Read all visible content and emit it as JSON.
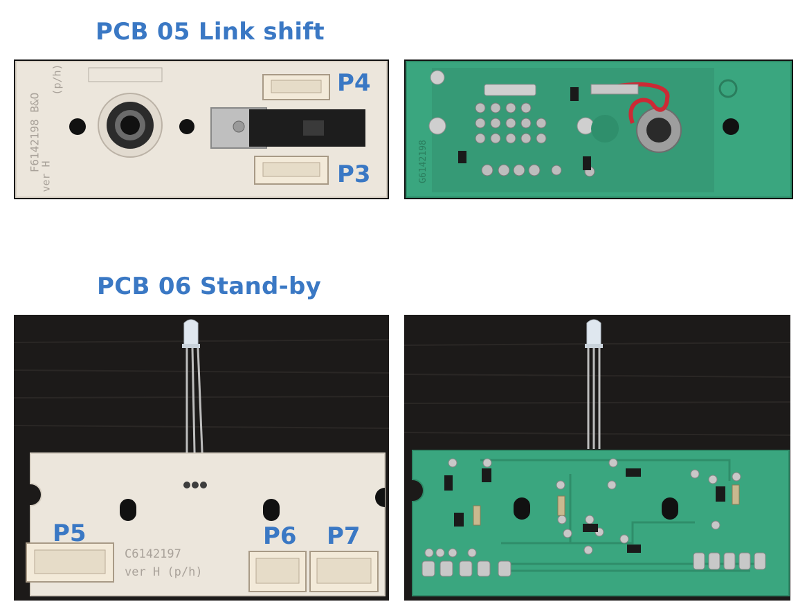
{
  "sections": [
    {
      "title": "PCB 05 Link shift"
    },
    {
      "title": "PCB 06 Stand-by"
    }
  ],
  "pcb05": {
    "front": {
      "labels": {
        "p4": "P4",
        "p3": "P3"
      },
      "silk_part": "F6142198 B&O",
      "silk_ph": "(p/h)",
      "silk_ver": "ver H"
    },
    "back": {
      "silk_part": "G6142198"
    }
  },
  "pcb06": {
    "front": {
      "labels": {
        "p5": "P5",
        "p6": "P6",
        "p7": "P7"
      },
      "silk_part": "C6142197",
      "silk_ver": "ver H (p/h)"
    }
  },
  "colors": {
    "title_blue": "#3a78c4",
    "board_white": "#ece6dc",
    "board_green": "#3aa67f",
    "wood_dark": "#1c1a19"
  }
}
